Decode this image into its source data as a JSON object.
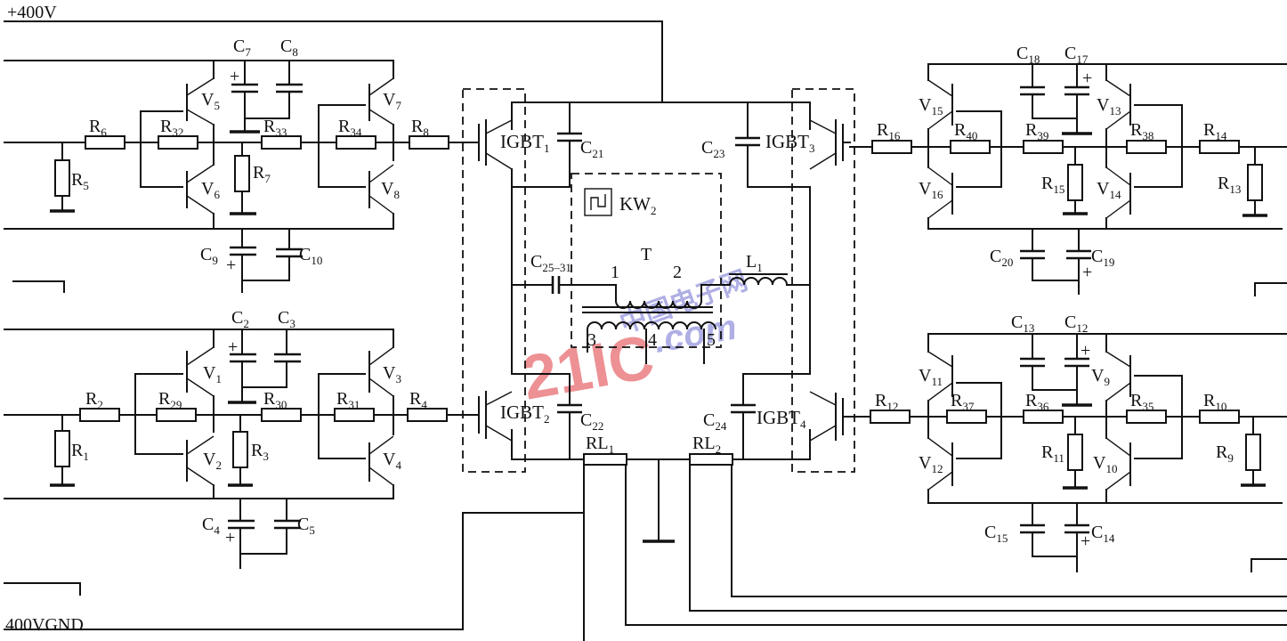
{
  "rails": {
    "top": "+400V",
    "bottom": "400VGND"
  },
  "watermark": {
    "main": "21IC",
    "side": "中国电子网",
    "domain": ".com",
    "color": "#e0383e",
    "side_color": "#6f6fd0"
  },
  "colors": {
    "ink": "#111111",
    "background": "#ffffff"
  },
  "parts": {
    "R6": "R6",
    "R32": "R32",
    "R33": "R33",
    "R34": "R34",
    "R8": "R8",
    "R5": "R5",
    "R7": "R7",
    "R2": "R2",
    "R29": "R29",
    "R30": "R30",
    "R31": "R31",
    "R4": "R4",
    "R1": "R1",
    "R3": "R3",
    "R16": "R16",
    "R40": "R40",
    "R39": "R39",
    "R38": "R38",
    "R14": "R14",
    "R15": "R15",
    "R13": "R13",
    "R12": "R12",
    "R37": "R37",
    "R36": "R36",
    "R35": "R35",
    "R10": "R10",
    "R11": "R11",
    "R9": "R9",
    "C7": "C7",
    "C8": "C8",
    "C9": "C9",
    "C10": "C10",
    "C2": "C2",
    "C3": "C3",
    "C4": "C4",
    "C5": "C5",
    "C18": "C18",
    "C17": "C17",
    "C20": "C20",
    "C19": "C19",
    "C13": "C13",
    "C12": "C12",
    "C15": "C15",
    "C14": "C14",
    "C21": "C21",
    "C22": "C22",
    "C23": "C23",
    "C24": "C24",
    "C25": "C25–31",
    "V5": "V5",
    "V6": "V6",
    "V7": "V7",
    "V8": "V8",
    "V1": "V1",
    "V2": "V2",
    "V3": "V3",
    "V4": "V4",
    "V15": "V15",
    "V16": "V16",
    "V13": "V13",
    "V14": "V14",
    "V11": "V11",
    "V12": "V12",
    "V9": "V9",
    "V10": "V10",
    "IGBT1": "IGBT1",
    "IGBT2": "IGBT2",
    "IGBT3": "IGBT3",
    "IGBT4": "IGBT4",
    "KW2": "KW2",
    "T": "T",
    "L1": "L1",
    "RL1": "RL1",
    "RL2": "RL2"
  },
  "pins": {
    "p1": "1",
    "p2": "2",
    "p3": "3",
    "p4": "4",
    "p5": "5"
  },
  "polarity": "+"
}
